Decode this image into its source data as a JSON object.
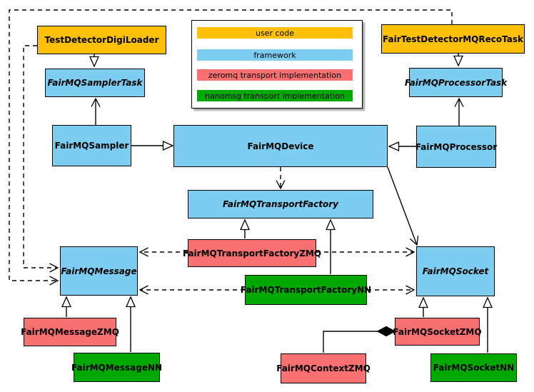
{
  "palette": {
    "user_code": "#FFC107",
    "framework": "#7DCDF1",
    "zeromq": "#F97070",
    "nanomsg": "#00A800",
    "line": "#000000",
    "background": "#FFFFFF"
  },
  "legend": {
    "items": [
      {
        "label": "user code",
        "category": "user_code",
        "color": "#FFC107"
      },
      {
        "label": "framework",
        "category": "framework",
        "color": "#7DCDF1"
      },
      {
        "label": "zeromq transport implementation",
        "category": "zeromq",
        "color": "#F97070"
      },
      {
        "label": "nanomsg transport implementation",
        "category": "nanomsg",
        "color": "#00A800"
      }
    ]
  },
  "nodes": {
    "test_detector_digi_loader": {
      "label": "TestDetectorDigiLoader",
      "category": "user_code",
      "abstract": false
    },
    "fair_test_detector_mq_reco_task": {
      "label": "FairTestDetectorMQRecoTask",
      "category": "user_code",
      "abstract": false
    },
    "fairmq_sampler_task": {
      "label": "FairMQSamplerTask",
      "category": "framework",
      "abstract": true
    },
    "fairmq_processor_task": {
      "label": "FairMQProcessorTask",
      "category": "framework",
      "abstract": true
    },
    "fairmq_sampler": {
      "label": "FairMQSampler",
      "category": "framework",
      "abstract": false
    },
    "fairmq_device": {
      "label": "FairMQDevice",
      "category": "framework",
      "abstract": false
    },
    "fairmq_processor": {
      "label": "FairMQProcessor",
      "category": "framework",
      "abstract": false
    },
    "fairmq_transport_factory": {
      "label": "FairMQTransportFactory",
      "category": "framework",
      "abstract": true
    },
    "fairmq_transport_factory_zmq": {
      "label": "FairMQTransportFactoryZMQ",
      "category": "zeromq",
      "abstract": false
    },
    "fairmq_transport_factory_nn": {
      "label": "FairMQTransportFactoryNN",
      "category": "nanomsg",
      "abstract": false
    },
    "fairmq_message": {
      "label": "FairMQMessage",
      "category": "framework",
      "abstract": true
    },
    "fairmq_socket": {
      "label": "FairMQSocket",
      "category": "framework",
      "abstract": true
    },
    "fairmq_message_zmq": {
      "label": "FairMQMessageZMQ",
      "category": "zeromq",
      "abstract": false
    },
    "fairmq_message_nn": {
      "label": "FairMQMessageNN",
      "category": "nanomsg",
      "abstract": false
    },
    "fairmq_context_zmq": {
      "label": "FairMQContextZMQ",
      "category": "zeromq",
      "abstract": false
    },
    "fairmq_socket_zmq": {
      "label": "FairMQSocketZMQ",
      "category": "zeromq",
      "abstract": false
    },
    "fairmq_socket_nn": {
      "label": "FairMQSocketNN",
      "category": "nanomsg",
      "abstract": false
    }
  },
  "relations": [
    {
      "from": "TestDetectorDigiLoader",
      "to": "FairMQSamplerTask",
      "type": "inheritance"
    },
    {
      "from": "FairTestDetectorMQRecoTask",
      "to": "FairMQProcessorTask",
      "type": "inheritance"
    },
    {
      "from": "FairMQSampler",
      "to": "FairMQDevice",
      "type": "inheritance"
    },
    {
      "from": "FairMQProcessor",
      "to": "FairMQDevice",
      "type": "inheritance"
    },
    {
      "from": "FairMQSampler",
      "to": "FairMQSamplerTask",
      "type": "association"
    },
    {
      "from": "FairMQProcessor",
      "to": "FairMQProcessorTask",
      "type": "association"
    },
    {
      "from": "FairMQDevice",
      "to": "FairMQTransportFactory",
      "type": "dashed-dependency"
    },
    {
      "from": "FairMQDevice",
      "to": "FairMQSocket",
      "type": "association"
    },
    {
      "from": "FairMQTransportFactoryZMQ",
      "to": "FairMQTransportFactory",
      "type": "inheritance"
    },
    {
      "from": "FairMQTransportFactoryNN",
      "to": "FairMQTransportFactory",
      "type": "inheritance"
    },
    {
      "from": "FairMQTransportFactoryZMQ",
      "to": "FairMQMessage",
      "type": "dashed-dependency"
    },
    {
      "from": "FairMQTransportFactoryZMQ",
      "to": "FairMQSocket",
      "type": "dashed-dependency"
    },
    {
      "from": "FairMQTransportFactoryNN",
      "to": "FairMQMessage",
      "type": "dashed-dependency"
    },
    {
      "from": "FairMQTransportFactoryNN",
      "to": "FairMQSocket",
      "type": "dashed-dependency"
    },
    {
      "from": "TestDetectorDigiLoader",
      "to": "FairMQMessage",
      "type": "dashed-dependency"
    },
    {
      "from": "FairTestDetectorMQRecoTask",
      "to": "FairMQMessage",
      "type": "dashed-dependency"
    },
    {
      "from": "FairMQMessageZMQ",
      "to": "FairMQMessage",
      "type": "inheritance"
    },
    {
      "from": "FairMQMessageNN",
      "to": "FairMQMessage",
      "type": "inheritance"
    },
    {
      "from": "FairMQSocketZMQ",
      "to": "FairMQSocket",
      "type": "inheritance"
    },
    {
      "from": "FairMQSocketNN",
      "to": "FairMQSocket",
      "type": "inheritance"
    },
    {
      "from": "FairMQContextZMQ",
      "to": "FairMQSocketZMQ",
      "type": "composition"
    }
  ]
}
